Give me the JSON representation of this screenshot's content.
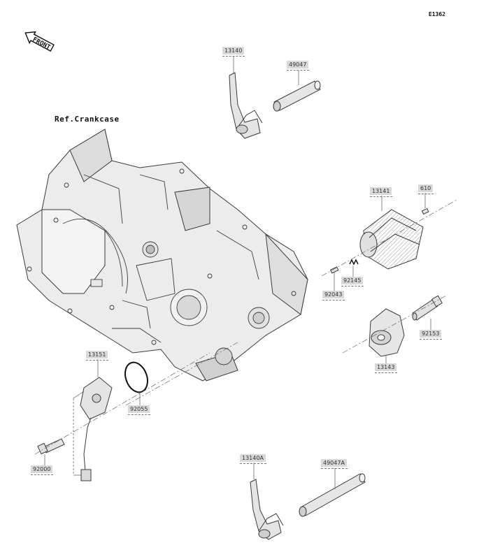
{
  "diagram_code": "E1362",
  "front_label": "FRONT",
  "ref_label": "Ref.Crankcase",
  "parts": [
    {
      "id": "13140",
      "label": "13140"
    },
    {
      "id": "49047",
      "label": "49047"
    },
    {
      "id": "13141",
      "label": "13141"
    },
    {
      "id": "610",
      "label": "610"
    },
    {
      "id": "92145",
      "label": "92145"
    },
    {
      "id": "92043",
      "label": "92043"
    },
    {
      "id": "92153",
      "label": "92153"
    },
    {
      "id": "13143",
      "label": "13143"
    },
    {
      "id": "13151",
      "label": "13151"
    },
    {
      "id": "92055",
      "label": "92055"
    },
    {
      "id": "92000",
      "label": "92000"
    },
    {
      "id": "13140A",
      "label": "13140A"
    },
    {
      "id": "49047A",
      "label": "49047A"
    }
  ],
  "colors": {
    "line": "#3a3a3a",
    "fill": "#e6e6e6",
    "shade": "#bdbdbd",
    "label_bg": "#d9d9d9"
  }
}
